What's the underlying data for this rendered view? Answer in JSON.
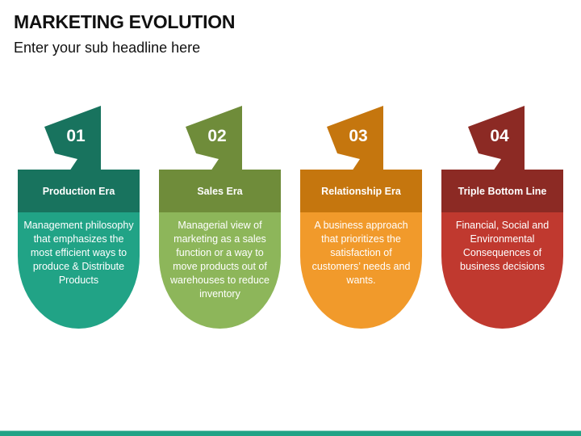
{
  "title": "MARKETING EVOLUTION",
  "subtitle": "Enter your sub headline here",
  "cards": [
    {
      "number": "01",
      "heading": "Production Era",
      "text": "Management philosophy that emphasizes the most efficient ways to produce & Distribute Products",
      "colors": {
        "dark": "#18735e",
        "light": "#21a386"
      }
    },
    {
      "number": "02",
      "heading": "Sales Era",
      "text": "Managerial view of marketing as a sales function or a way to move products out of warehouses to reduce inventory",
      "colors": {
        "dark": "#6f8c3a",
        "light": "#8db65a"
      }
    },
    {
      "number": "03",
      "heading": "Relationship Era",
      "text": "A business approach that prioritizes the satisfaction of customers’ needs and wants.",
      "colors": {
        "dark": "#c5760e",
        "light": "#f19a2b"
      }
    },
    {
      "number": "04",
      "heading": "Triple Bottom Line",
      "text": "Financial, Social and Environmental Consequences of business decisions",
      "colors": {
        "dark": "#8c2a24",
        "light": "#c0392f"
      }
    }
  ],
  "accent_bar_color": "#21a386"
}
